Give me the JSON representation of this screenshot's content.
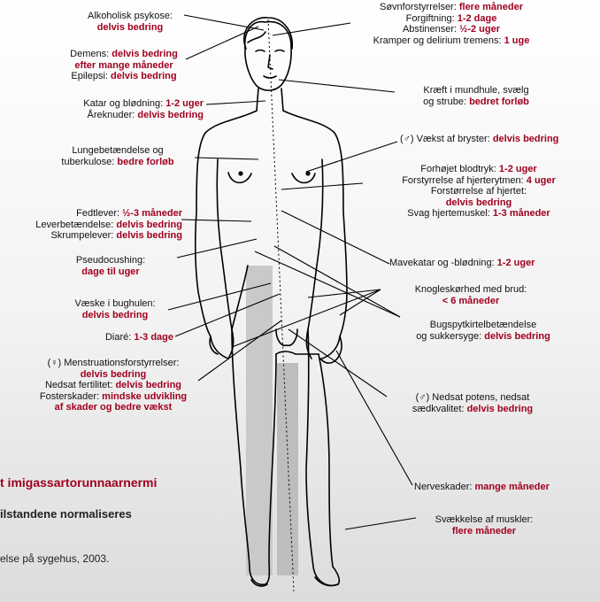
{
  "labels": {
    "alkohol": {
      "pre": "Alkoholisk psykose:",
      "val": "delvis bedring"
    },
    "demens": {
      "pre": "Demens: ",
      "val1": "delvis bedring",
      "val2": "efter mange måneder"
    },
    "epilepsi": {
      "pre": "Epilepsi: ",
      "val": "delvis bedring"
    },
    "katar": {
      "pre": "Katar og blødning: ",
      "val": "1-2 uger"
    },
    "aareknuder": {
      "pre": "Åreknuder: ",
      "val": "delvis bedring"
    },
    "lunge": {
      "pre1": "Lungebetændelse og",
      "pre2": "tuberkulose: ",
      "val": "bedre forløb"
    },
    "fedtlever": {
      "pre": "Fedtlever: ",
      "val": "½-3 måneder"
    },
    "leverbet": {
      "pre": "Leverbetændelse: ",
      "val": "delvis bedring"
    },
    "skrumpelever": {
      "pre": "Skrumpelever: ",
      "val": "delvis bedring"
    },
    "pseudo": {
      "pre": "Pseudocushing:",
      "val": "dage til uger"
    },
    "vaeske": {
      "pre": "Væske i bughulen:",
      "val": "delvis bedring"
    },
    "diare": {
      "pre": "Diaré: ",
      "val": "1-3 dage"
    },
    "menstruation": {
      "pre": "(♀) Menstruationsforstyrrelser:",
      "val": "delvis bedring"
    },
    "fertilitet": {
      "pre": "Nedsat fertilitet: ",
      "val": "delvis bedring"
    },
    "foster": {
      "pre": "Fosterskader: ",
      "val1": "mindske udvikling",
      "val2": "af skader og bedre vækst"
    },
    "soevn": {
      "pre": "Søvnforstyrrelser: ",
      "val": "flere måneder"
    },
    "forgiftning": {
      "pre": "Forgiftning: ",
      "val": "1-2 dage"
    },
    "abstinens": {
      "pre": "Abstinenser: ",
      "val": "½-2 uger"
    },
    "kramper": {
      "pre": "Kramper og delirium tremens: ",
      "val": "1 uge"
    },
    "kraeft": {
      "pre1": "Kræft i mundhule, svælg",
      "pre2": "og strube: ",
      "val": "bedret forløb"
    },
    "bryster": {
      "pre": "(♂) Vækst af bryster: ",
      "val": "delvis bedring"
    },
    "blodtryk": {
      "pre": "Forhøjet blodtryk: ",
      "val": "1-2 uger"
    },
    "hjerterytme": {
      "pre": "Forstyrrelse af hjerterytmen: ",
      "val": "4 uger"
    },
    "hjertet": {
      "pre": "Forstørrelse af hjertet:",
      "val": "delvis bedring"
    },
    "hjertemuskel": {
      "pre": "Svag hjertemuskel: ",
      "val": "1-3 måneder"
    },
    "mavekatar": {
      "pre": "Mavekatar og -blødning: ",
      "val": "1-2 uger"
    },
    "knogle": {
      "pre": "Knogleskørhed med brud:",
      "val": "< 6 måneder"
    },
    "bugspyt": {
      "pre1": "Bugspytkirtelbetændelse",
      "pre2": "og sukkersyge: ",
      "val": "delvis bedring"
    },
    "potens": {
      "pre1": "(♂) Nedsat potens, nedsat",
      "pre2": "sædkvalitet: ",
      "val": "delvis bedring"
    },
    "nerve": {
      "pre": "Nerveskader: ",
      "val": "mange måneder"
    },
    "muskler": {
      "pre": "Svækkelse af muskler:",
      "val": "flere måneder"
    }
  },
  "footer": {
    "title": "t imigassartorunnaarnermi",
    "subtitle": "ilstandene normaliseres",
    "source": "else på sygehus, 2003."
  },
  "colors": {
    "accent": "#a0001e",
    "text": "#111111",
    "line": "#000000"
  }
}
